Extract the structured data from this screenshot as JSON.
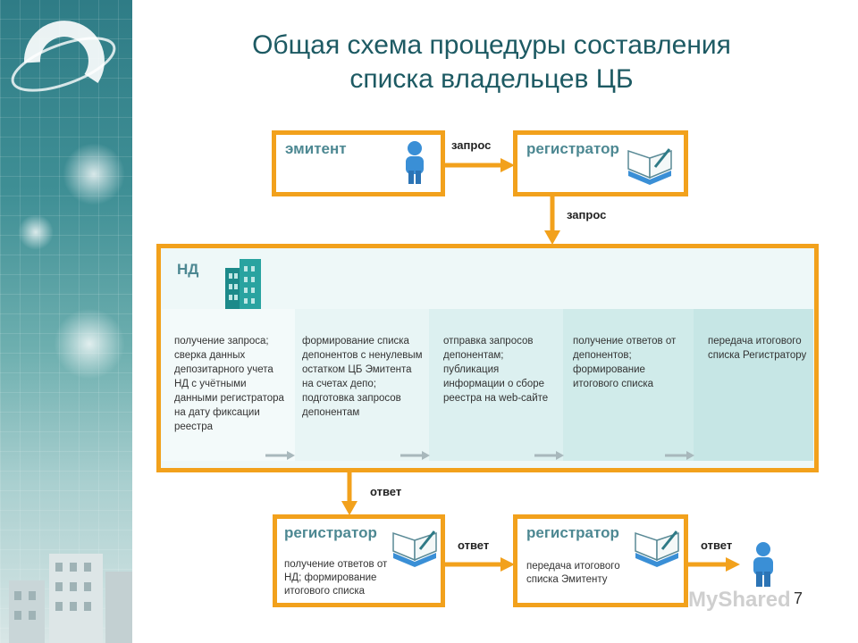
{
  "title_line1": "Общая схема процедуры составления",
  "title_line2": "списка владельцев ЦБ",
  "boxes": {
    "emitent": "эмитент",
    "registrar_top": "регистратор",
    "nd": "НД",
    "registrar_bottom_left": "регистратор",
    "registrar_bottom_right": "регистратор"
  },
  "arrows": {
    "request_1": "запрос",
    "request_2": "запрос",
    "answer_1": "ответ",
    "answer_2": "ответ",
    "answer_3": "ответ"
  },
  "steps": [
    "получение запроса; сверка данных депозитарного учета НД с учётными данными регистратора на дату фиксации реестра",
    "формирование списка депонентов с ненулевым остатком ЦБ Эмитента на счетах депо; подготовка запросов депонентам",
    "отправка запросов депонентам; публикация информации о сборе реестра на web-сайте",
    "получение ответов от депонентов; формирование итогового списка",
    "передача итогового списка Регистратору"
  ],
  "bottom_left_text": "получение ответов от НД; формирование итогового списка",
  "bottom_right_text": "передача итогового списка Эмитенту",
  "page_number": "7",
  "watermark": "MyShared",
  "colors": {
    "orange": "#f2a11c",
    "teal_text": "#4d8892",
    "title": "#1d5a63"
  }
}
